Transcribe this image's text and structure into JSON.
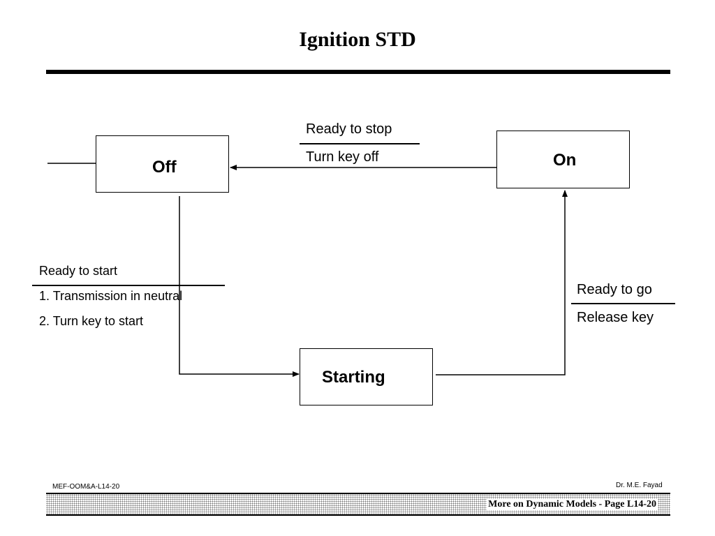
{
  "slide": {
    "title": "Ignition STD"
  },
  "states": {
    "off": "Off",
    "on": "On",
    "starting": "Starting"
  },
  "transitions": {
    "on_to_off": {
      "event": "Ready to stop",
      "action": "Turn key off"
    },
    "off_to_starting": {
      "event": "Ready to start",
      "conditions": [
        "1. Transmission in neutral",
        "2. Turn key to start"
      ]
    },
    "starting_to_on": {
      "event": "Ready to go",
      "action": "Release key"
    }
  },
  "footer": {
    "slide_id": "MEF-OOM&A-L14-20",
    "author": "Dr. M.E. Fayad",
    "page_label": "More on Dynamic Models  - Page L14-20"
  }
}
